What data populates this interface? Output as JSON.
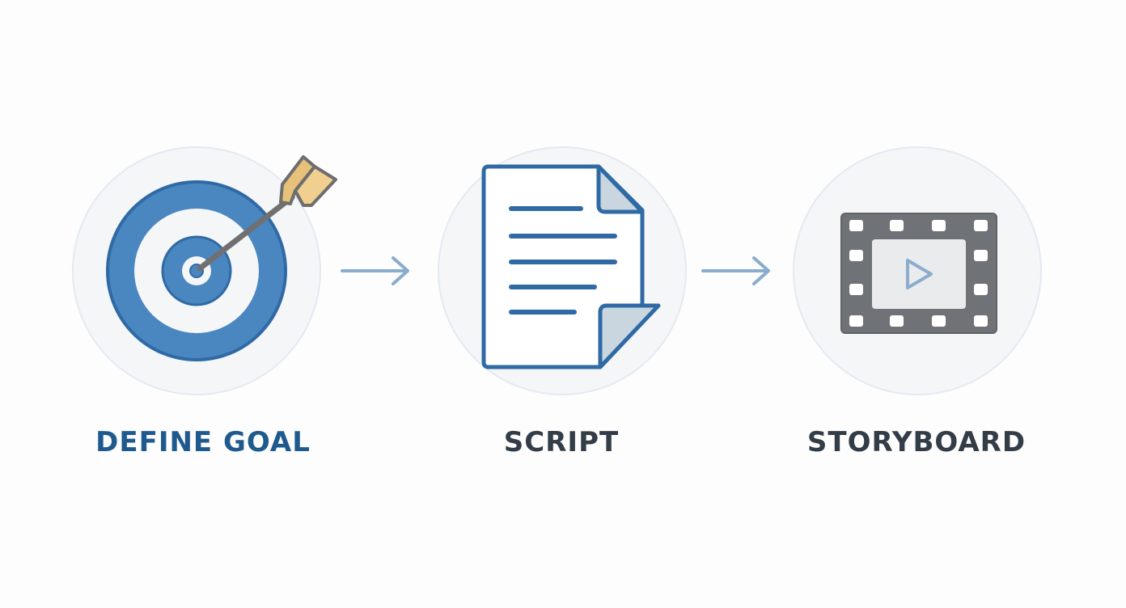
{
  "steps": [
    {
      "label": "DEFINE GOAL",
      "icon": "target-with-arrow-icon",
      "label_color": "#1f5a8e"
    },
    {
      "label": "SCRIPT",
      "icon": "document-icon",
      "label_color": "#333d47"
    },
    {
      "label": "STORYBOARD",
      "icon": "film-strip-icon",
      "label_color": "#333d47"
    }
  ],
  "colors": {
    "primary_blue": "#4a86c0",
    "dark_blue": "#2f6aa5",
    "arrow": "#8aaccd",
    "arrow_fletching": "#e7c07a",
    "film_gray": "#6f7377",
    "page_curl": "#c9d6df"
  }
}
